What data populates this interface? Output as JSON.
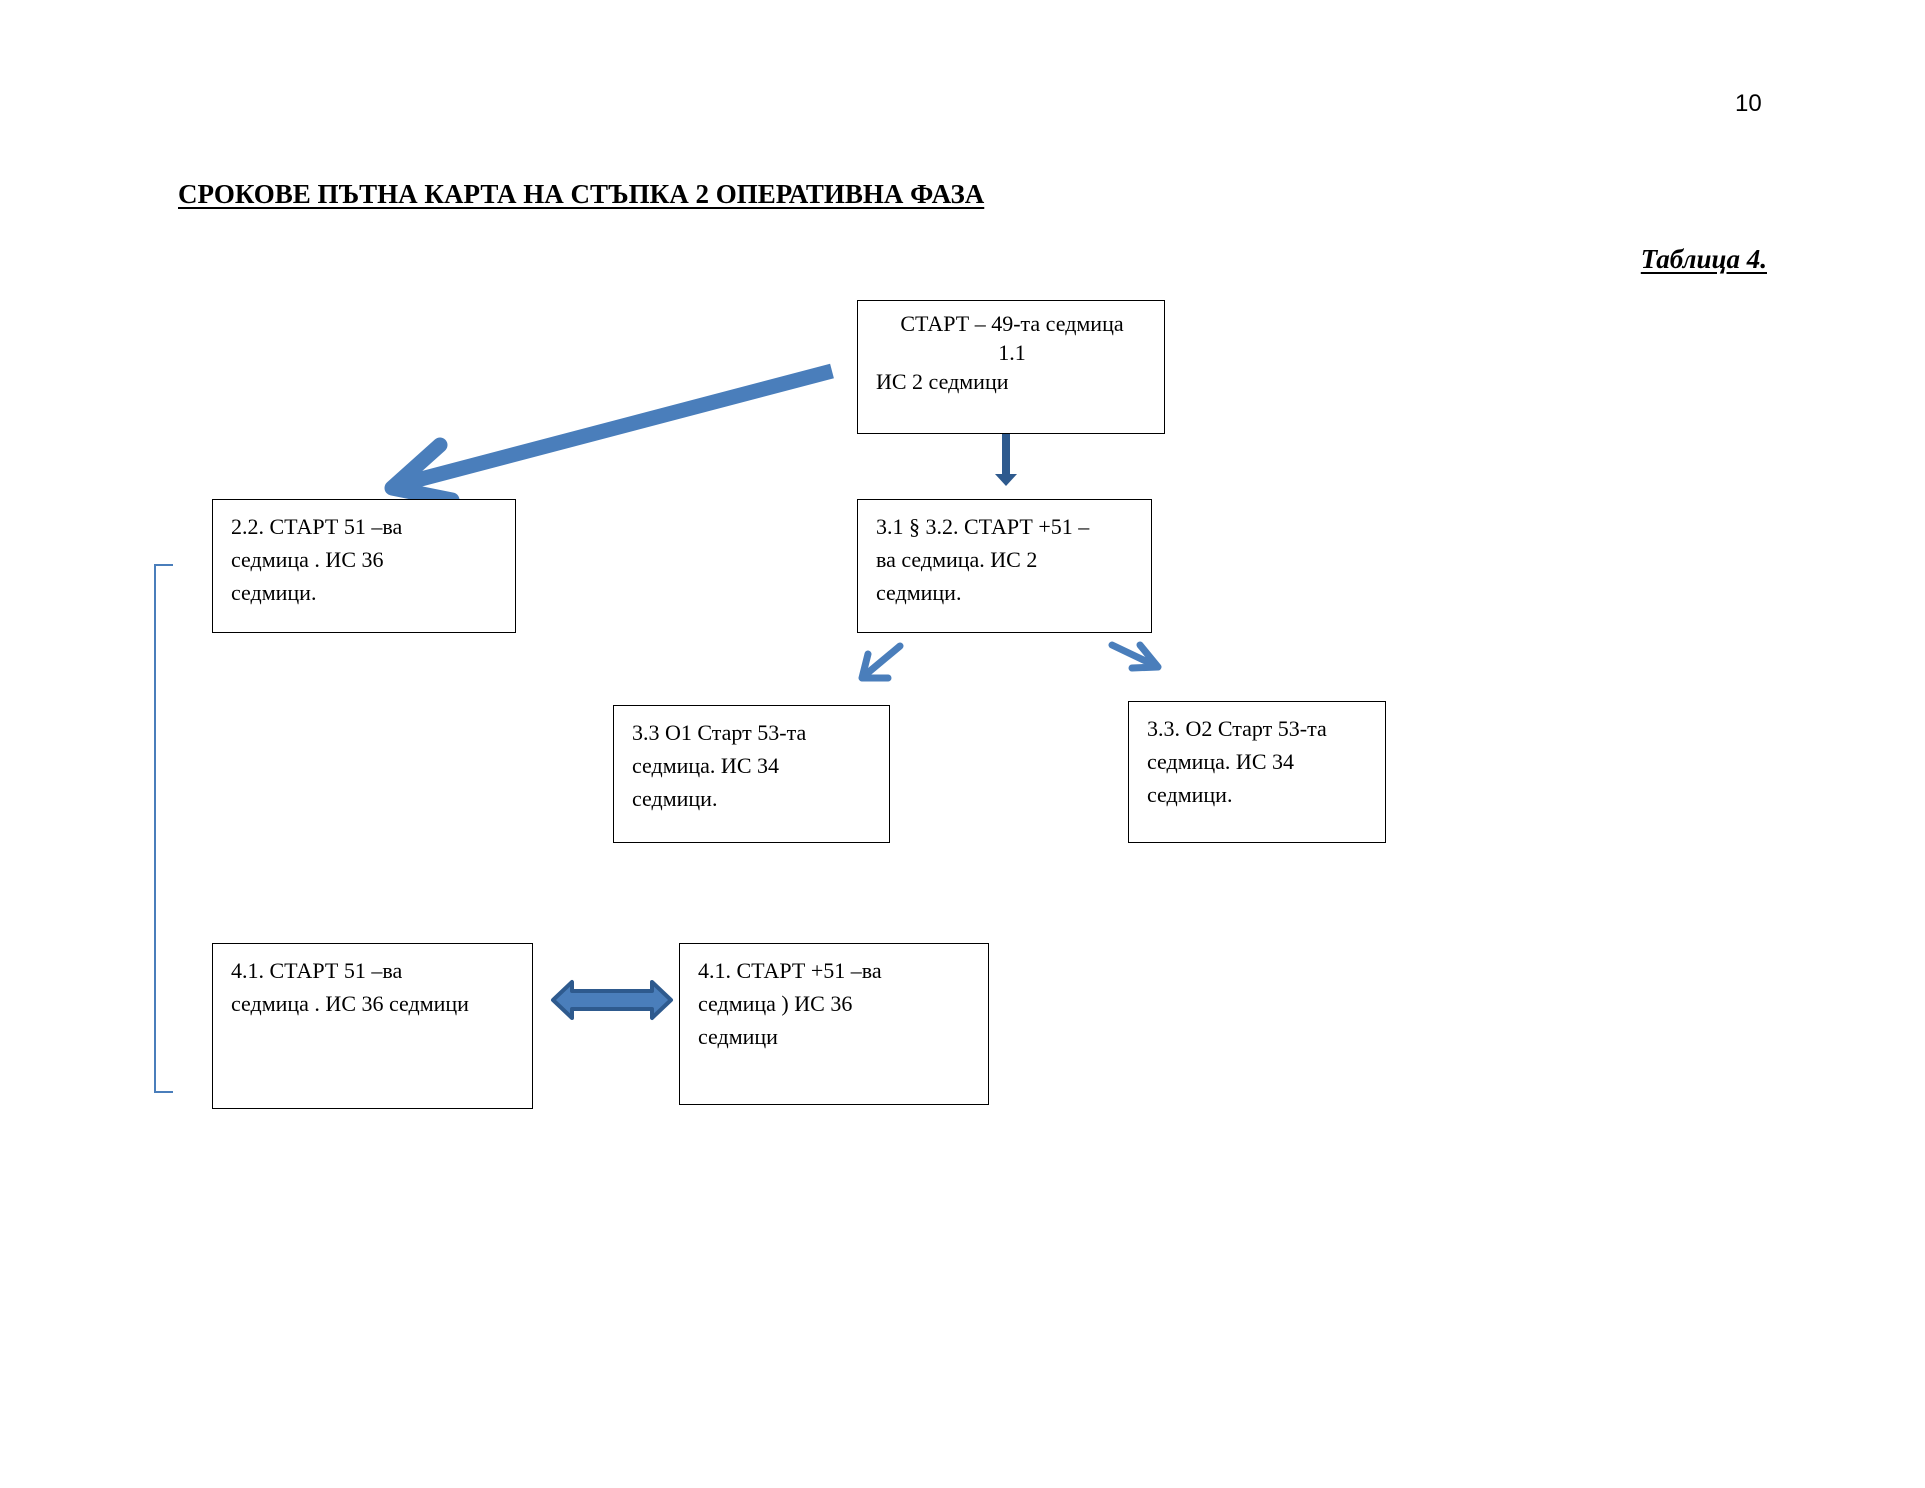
{
  "page_number": "10",
  "title": "СРОКОВЕ  ПЪТНА КАРТА  НА СТЪПКА  2 ОПЕРАТИВНА ФАЗА",
  "table_label": "Таблица 4.",
  "nodes": {
    "start": {
      "line1": "СТАРТ – 49-та седмица",
      "line2": "1.1",
      "line3": "ИС 2 седмици"
    },
    "n22": {
      "line1": "2.2. СТАРТ 51 –ва",
      "line2": "седмица .   ИС 36",
      "line3": "седмици."
    },
    "n31": {
      "line1": "3.1 § 3.2.  СТАРТ +51 –",
      "line2": "ва седмица. ИС 2",
      "line3": "седмици."
    },
    "n33a": {
      "line1": "3.3 О1 Старт 53-та",
      "line2": "седмица. ИС  34",
      "line3": "седмици."
    },
    "n33b": {
      "line1": "3.3. О2 Старт 53-та",
      "line2": "седмица. ИС  34",
      "line3": "седмици."
    },
    "n41a": {
      "line1": "4.1. СТАРТ 51 –ва",
      "line2": "седмица .  ИС 36 седмици"
    },
    "n41b": {
      "line1": "4.1. СТАРТ +51 –ва",
      "line2": "седмица )   ИС 36",
      "line3": "седмици"
    }
  },
  "colors": {
    "arrow_light": "#4a7ebb",
    "arrow_dark": "#2e5a8e",
    "bracket": "#4a7ebb",
    "box_border": "#000000"
  }
}
